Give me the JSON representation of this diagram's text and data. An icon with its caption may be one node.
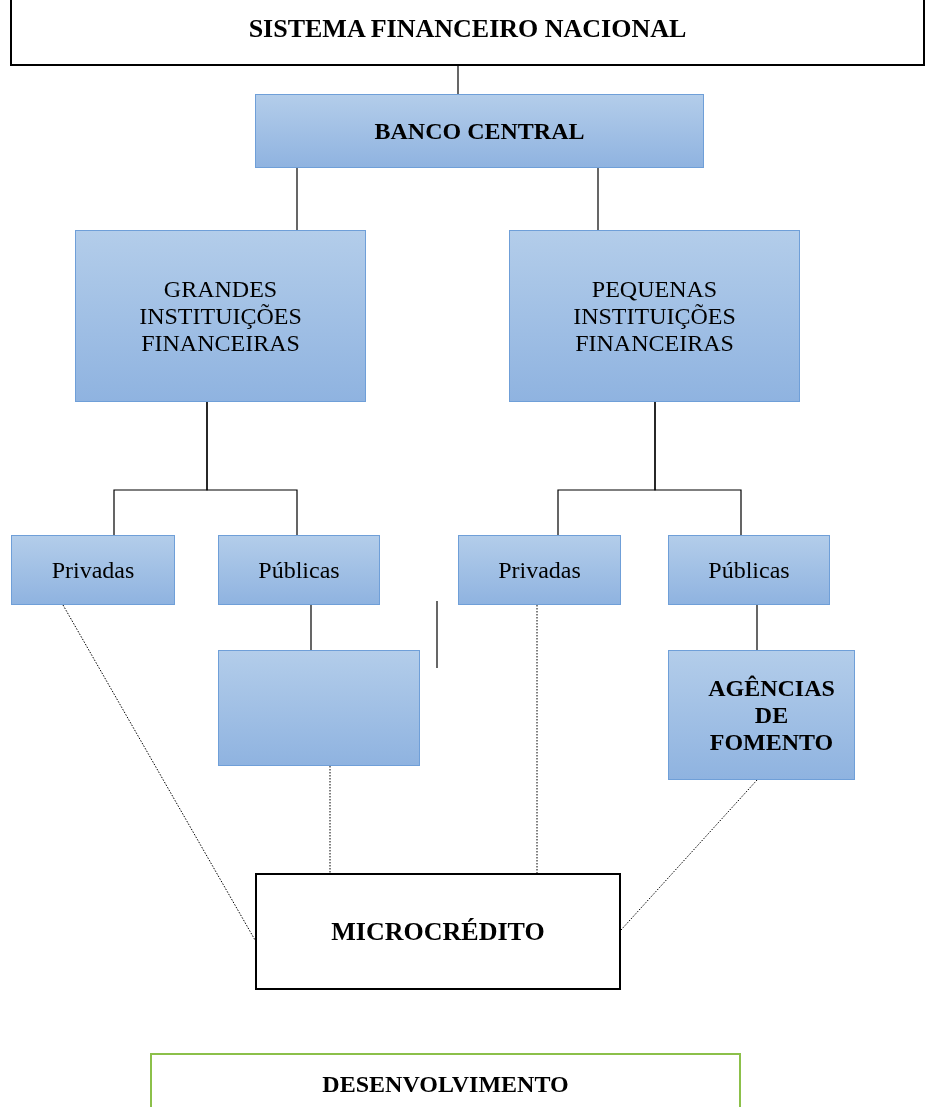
{
  "diagram": {
    "nodes": [
      {
        "text": [
          "SISTEMA FINANCEIRO NACIONAL"
        ]
      },
      {
        "text": [
          "BANCO CENTRAL"
        ]
      },
      {
        "text": [
          "GRANDES INSTITUIÇÕES FINANCEIRAS"
        ]
      },
      {
        "text": [
          "PEQUENAS INSTITUIÇÕES FINANCEIRAS"
        ]
      },
      {
        "text": [
          "Privadas"
        ]
      },
      {
        "text": [
          "Públicas"
        ]
      },
      {
        "text": [
          "Privadas"
        ]
      },
      {
        "text": [
          "Públicas"
        ]
      },
      {
        "text": [],
        "shape": "box"
      },
      {
        "text": [
          "AGÊNCIAS DE FOMENTO"
        ]
      },
      {
        "text": [
          "MICROCRÉDITO"
        ]
      },
      {
        "text": [
          "DESENVOLVIMENTO"
        ]
      }
    ],
    "edges": [
      {
        "from": 0,
        "to": 1,
        "arrow": "none"
      },
      {
        "from": 1,
        "to": 2,
        "arrow": "none"
      },
      {
        "from": 1,
        "to": 3,
        "arrow": "none"
      },
      {
        "from": 2,
        "to": 4,
        "arrow": "none"
      },
      {
        "from": 2,
        "to": 5,
        "arrow": "none"
      },
      {
        "from": 3,
        "to": 6,
        "arrow": "none"
      },
      {
        "from": 3,
        "to": 7,
        "arrow": "none"
      },
      {
        "from": 5,
        "to": 8,
        "arrow": "none"
      },
      {
        "from": 7,
        "to": 9,
        "arrow": "none"
      },
      {
        "from": 4,
        "to": 10,
        "arrow": "none",
        "style": "dashed"
      },
      {
        "from": 8,
        "to": 10,
        "arrow": "none",
        "style": "dashed"
      },
      {
        "from": 6,
        "to": 10,
        "arrow": "none",
        "style": "dashed"
      },
      {
        "from": 9,
        "to": 10,
        "arrow": "none",
        "style": "dashed"
      }
    ]
  }
}
